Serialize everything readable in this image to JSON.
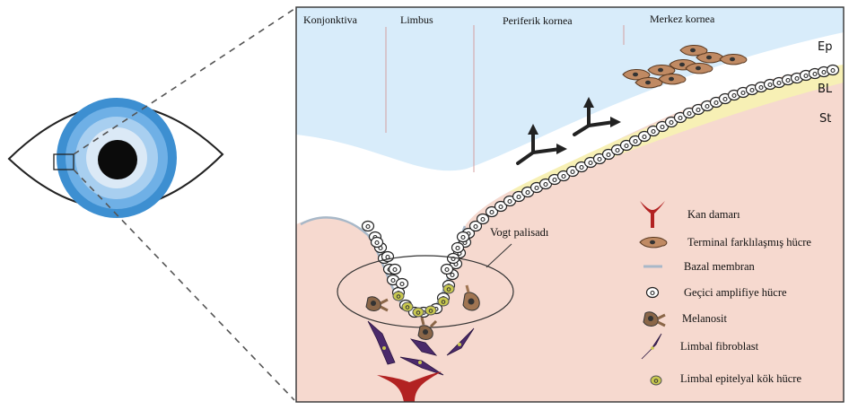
{
  "zone_labels": {
    "conjunctiva": "Konjonktiva",
    "limbus": "Limbus",
    "peripheral_cornea": "Periferik kornea",
    "central_cornea": "Merkez kornea"
  },
  "layer_labels": {
    "epithelium": "Ep",
    "bowman_layer": "BL",
    "stroma": "St"
  },
  "callout": {
    "vogt": "Vogt palisadı"
  },
  "legend": [
    {
      "icon": "blood-vessel",
      "label": "Kan damarı"
    },
    {
      "icon": "terminal-differentiated-cell",
      "label": "Terminal farklılaşmış hücre"
    },
    {
      "icon": "basal-membrane",
      "label": "Bazal membran"
    },
    {
      "icon": "transient-amplifying-cell",
      "label": "Geçici amplifiye hücre"
    },
    {
      "icon": "melanocyte",
      "label": "Melanosit"
    },
    {
      "icon": "limbal-fibroblast",
      "label": "Limbal fibroblast"
    },
    {
      "icon": "limbal-stem-cell",
      "label": "Limbal epitelyal kök hücre"
    }
  ],
  "colors": {
    "tear_film": "#d8ecfa",
    "iris_outer": "#3d8fd1",
    "iris_inner": "#a8cff0",
    "stroma_tissue": "#f6d9cf",
    "bowman_band": "#f7f0b5",
    "blood_vessel": "#b22222",
    "terminal_cell": "#c08a63",
    "fibroblast": "#4b2a6b",
    "stem_cell": "#c9c94f",
    "melanocyte": "#8a6648",
    "arrow": "#222222",
    "basal_membrane": "#a8b8c8"
  }
}
